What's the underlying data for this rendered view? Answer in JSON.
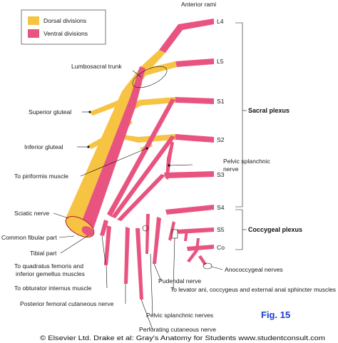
{
  "colors": {
    "dorsal": "#f6c343",
    "ventral": "#e8547f",
    "outline": "#b5173f"
  },
  "legend": {
    "dorsal_label": "Dorsal divisions",
    "ventral_label": "Ventral divisions"
  },
  "header": {
    "anterior_rami": "Anterior rami"
  },
  "roots": {
    "l4": "L4",
    "l5": "L5",
    "s1": "S1",
    "s2": "S2",
    "s3": "S3",
    "s4": "S4",
    "s5": "S5",
    "co": "Co"
  },
  "plexus": {
    "sacral": "Sacral plexus",
    "coccygeal": "Coccygeal plexus"
  },
  "labels": {
    "lumbosacral_trunk": "Lumbosacral trunk",
    "superior_gluteal": "Superior gluteal",
    "inferior_gluteal": "Inferior gluteal",
    "piriformis": "To piriformis muscle",
    "sciatic": "Sciatic nerve",
    "common_fibular": "Common fibular part",
    "tibial": "Tibial part",
    "quadratus_1": "To quadratus femoris and",
    "quadratus_2": "inferior gemellus muscles",
    "obturator": "To obturator internus muscle",
    "posterior_femoral": "Posterior femoral cutaneous nerve",
    "pelvic_splanchnic_r1": "Pelvic splanchnic",
    "pelvic_splanchnic_r2": "nerve",
    "pelvic_splanchnic_bottom": "Pelvic splanchnic nerves",
    "pudendal": "Pudendal nerve",
    "levator": "To levator ani, coccygeus and external anal sphincter muscles",
    "anococcygeal": "Anococcygeal nerves",
    "perforating": "Perforating cutaneous nerve"
  },
  "figure": {
    "label": "Fig. 15"
  },
  "credit": {
    "text": "© Elsevier Ltd. Drake et al: Gray's Anatomy for Students www.studentconsult.com"
  }
}
